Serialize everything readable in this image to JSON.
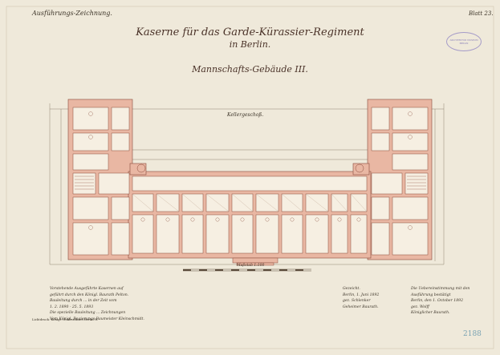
{
  "header": {
    "drawing_type": "Ausführungs-Zeichnung.",
    "sheet": "Blatt 23.",
    "title_line1": "Kaserne für das Garde-Kürassier-Regiment",
    "title_line2": "in Berlin.",
    "subtitle": "Mannschafts-Gebäude III."
  },
  "floor_label": "Kellergeschoß.",
  "stamp_text": "ARCHITEKTUR MUSEUM BERLIN",
  "scale_label": "Maßstab 1:100",
  "notes": {
    "left": [
      "Vorstehende Ausgeführte Kasernen auf",
      "geführt durch den Königl. Baurath Pelton.",
      "Bauleitung durch ... in der Zeit vom",
      "1. 2. 1890 - 25. 5. 1893",
      "Die spezielle Bauleitung ... Zeichnungen",
      "Vom Königl. Regierungs-Baumeister Kleinschmidt."
    ],
    "middle": [
      "Gezeicht.",
      "Berlin, 1. Juni 1892",
      "gez. Schlenker",
      "Geheimer Baurath."
    ],
    "right": [
      "Die Uebereinstimmung mit den",
      "Ausführung bestätigt",
      "Berlin, den 1. October 1892",
      "gez. Wolff",
      "Königlicher Baurath."
    ]
  },
  "printer": "Lichtdruck: Königl. Hofdruckerei Berlin N.",
  "inventory_number": "2188"
}
